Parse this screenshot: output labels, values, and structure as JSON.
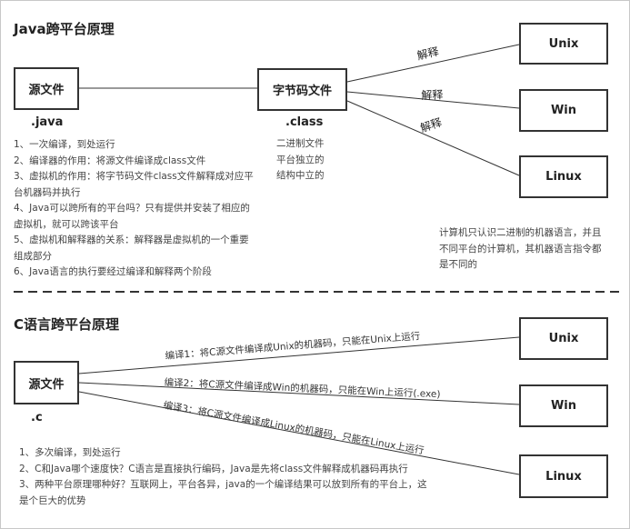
{
  "java": {
    "title": "Java跨平台原理",
    "source_box": "源文件",
    "source_ext": ".java",
    "bytecode_box": "字节码文件",
    "bytecode_ext": ".class",
    "bytecode_note": [
      "二进制文件",
      "平台独立的",
      "结构中立的"
    ],
    "platforms": [
      "Unix",
      "Win",
      "Linux"
    ],
    "edge_label": "解释",
    "notes": [
      "1、一次编译，到处运行",
      "2、编译器的作用：将源文件编译成class文件",
      "3、虚拟机的作用：将字节码文件class文件解释成对应平",
      "台机器码并执行",
      "4、Java可以跨所有的平台吗？只有提供并安装了相应的",
      "虚拟机，就可以跨该平台",
      "5、虚拟机和解释器的关系：解释器是虚拟机的一个重要",
      "组成部分",
      "6、Java语言的执行要经过编译和解释两个阶段"
    ],
    "machine_note": [
      "计算机只认识二进制的机器语言，并且",
      "不同平台的计算机，其机器语言指令都",
      "是不同的"
    ]
  },
  "c": {
    "title": "C语言跨平台原理",
    "source_box": "源文件",
    "source_ext": ".c",
    "platforms": [
      "Unix",
      "Win",
      "Linux"
    ],
    "edge_labels": [
      "编译1：将C源文件编译成Unix的机器码，只能在Unix上运行",
      "编译2：将C源文件编译成Win的机器码，只能在Win上运行(.exe)",
      "编译3：将C源文件编译成Linux的机器码，只能在Linux上运行"
    ],
    "notes": [
      "1、多次编译，到处运行",
      "2、C和Java哪个速度快？C语言是直接执行编码，Java是先将class文件解释成机器码再执行",
      "3、两种平台原理哪种好？互联网上，平台各异，java的一个编译结果可以放到所有的平台上，这",
      "是个巨大的优势"
    ]
  },
  "colors": {
    "border": "#333333",
    "text": "#333333",
    "divider": "#333333"
  }
}
